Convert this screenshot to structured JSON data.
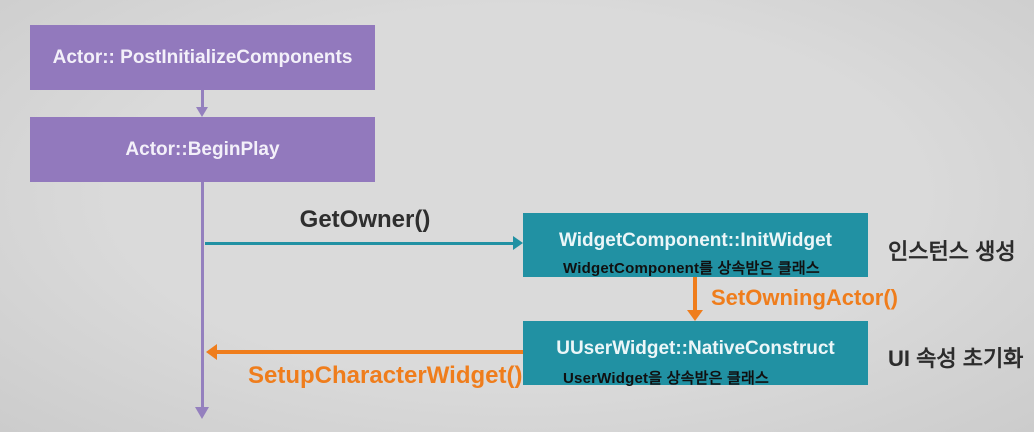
{
  "diagram": {
    "colors": {
      "background": "#d8d8d8",
      "node_purple": "#9279bd",
      "node_teal": "#2191a3",
      "arrow_orange": "#ef7d1c",
      "text_dark": "#2c2c2c",
      "text_light": "#f3f0f9"
    },
    "nodes": {
      "post_init": {
        "label": "Actor:: PostInitializeComponents"
      },
      "begin_play": {
        "label": "Actor::BeginPlay"
      },
      "init_widget": {
        "label": "WidgetComponent::InitWidget",
        "subnote": "WidgetComponent를 상속받은 클래스",
        "sidenote": "인스턴스 생성"
      },
      "native_construct": {
        "label": "UUserWidget::NativeConstruct",
        "subnote": "UserWidget을 상속받은 클래스",
        "sidenote": "UI 속성 초기화"
      }
    },
    "edges": {
      "get_owner": {
        "label": "GetOwner()"
      },
      "set_owning_actor": {
        "label": "SetOwningActor()"
      },
      "setup_character_widget": {
        "label": "SetupCharacterWidget()"
      }
    }
  }
}
